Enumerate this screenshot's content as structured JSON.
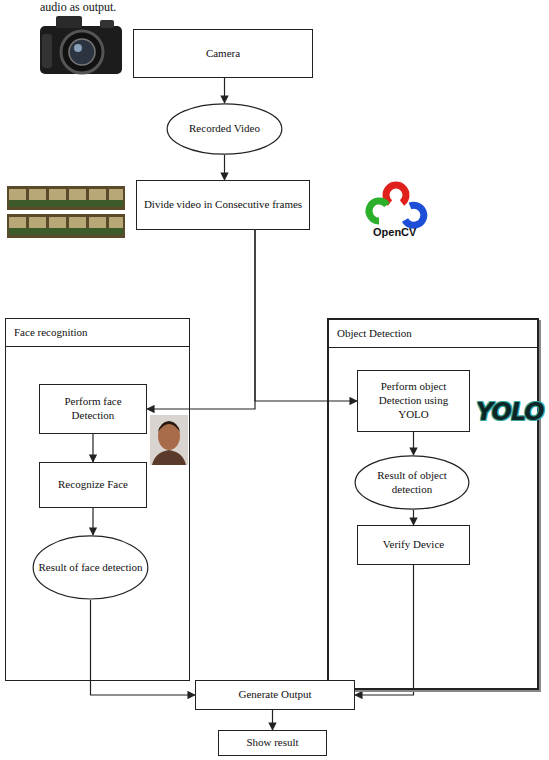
{
  "diagram": {
    "nodes": [
      {
        "text": [
          "Camera"
        ]
      },
      {
        "text": [
          "Recorded Video"
        ]
      },
      {
        "text": [
          "Divide video in Consecutive frames"
        ]
      },
      {
        "text": [
          "Face recognition"
        ]
      },
      {
        "text": [
          "Perform face Detection"
        ],
        "in": 3
      },
      {
        "text": [
          "Recognize Face"
        ],
        "in": 3
      },
      {
        "text": [
          "Result of face detection"
        ],
        "in": 3
      },
      {
        "text": [
          "Object Detection"
        ]
      },
      {
        "text": [
          "Perform object Detection using YOLO"
        ],
        "in": 7
      },
      {
        "text": [
          "Result of object detection"
        ],
        "in": 7
      },
      {
        "text": [
          "Verify Device"
        ],
        "in": 7
      },
      {
        "text": [
          "Generate Output"
        ]
      },
      {
        "text": [
          "Show result"
        ]
      }
    ],
    "edges": [
      {
        "from": 0,
        "to": 1,
        "arrow": "to"
      },
      {
        "from": 1,
        "to": 2,
        "arrow": "to"
      },
      {
        "from": 2,
        "to": 4,
        "arrow": "to"
      },
      {
        "from": 2,
        "to": 8,
        "arrow": "to"
      },
      {
        "from": 4,
        "to": 5,
        "arrow": "to"
      },
      {
        "from": 5,
        "to": 6,
        "arrow": "to"
      },
      {
        "from": 8,
        "to": 9,
        "arrow": "to"
      },
      {
        "from": 9,
        "to": 10,
        "arrow": "to"
      },
      {
        "from": 6,
        "to": 11,
        "arrow": "to"
      },
      {
        "from": 10,
        "to": 11,
        "arrow": "to"
      },
      {
        "from": 11,
        "to": 12,
        "arrow": "to"
      }
    ],
    "labels": [
      "audio as output.",
      "OpenCV",
      "YOLO"
    ]
  }
}
